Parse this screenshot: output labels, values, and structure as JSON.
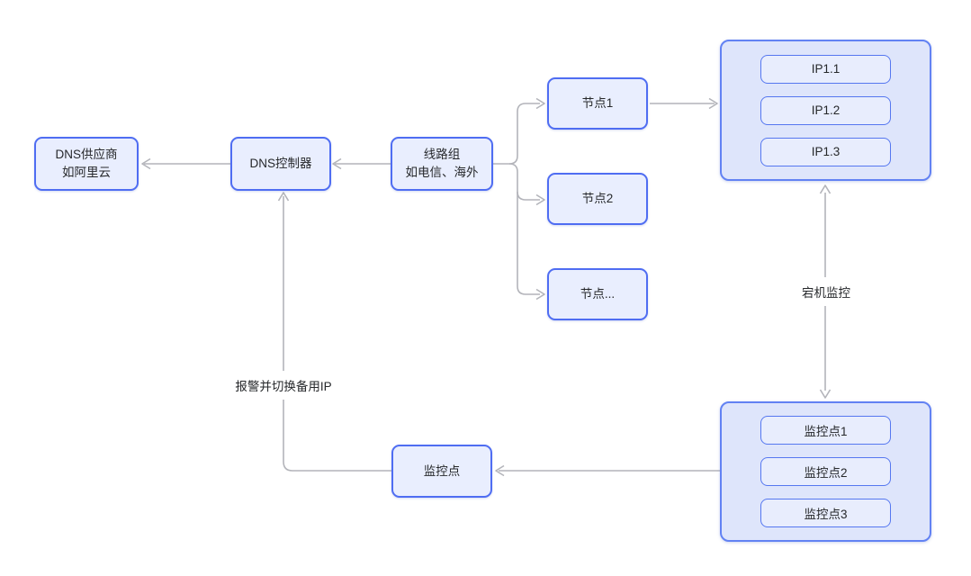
{
  "diagram": {
    "title": "DNS failover monitoring flowchart",
    "nodes": {
      "dns_provider": {
        "line1": "DNS供应商",
        "line2": "如阿里云"
      },
      "dns_controller": {
        "label": "DNS控制器"
      },
      "line_group": {
        "line1": "线路组",
        "line2": "如电信、海外"
      },
      "node1": {
        "label": "节点1"
      },
      "node2": {
        "label": "节点2"
      },
      "node_more": {
        "label": "节点..."
      },
      "ip_group": {
        "items": [
          "IP1.1",
          "IP1.2",
          "IP1.3"
        ]
      },
      "monitor_group": {
        "items": [
          "监控点1",
          "监控点2",
          "监控点3"
        ]
      },
      "monitor_point": {
        "label": "监控点"
      }
    },
    "edge_labels": {
      "downtime_monitor": "宕机监控",
      "alert_switch": "报警并切换备用IP"
    },
    "colors": {
      "box_border": "#4f6df2",
      "box_fill": "#e9eefe",
      "container_border": "#6282f3",
      "container_fill": "#dee5fb",
      "inner_box_fill": "#e8edfd",
      "inner_box_border": "#5577f0",
      "connector": "#b3b4ba",
      "text": "#26282b",
      "background": "#ffffff"
    }
  }
}
